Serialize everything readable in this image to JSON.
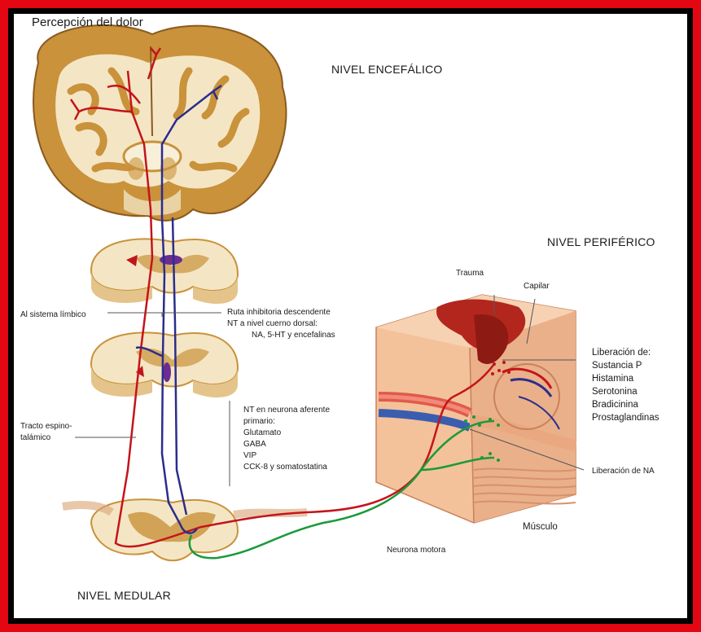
{
  "title": "Percepción del dolor",
  "levels": {
    "brain": "NIVEL ENCEFÁLICO",
    "peripheral": "NIVEL PERIFÉRICO",
    "spinal": "NIVEL MEDULAR"
  },
  "labels": {
    "limbic": "Al sistema límbico",
    "tract_line1": "Tracto espino-",
    "tract_line2": "talámico",
    "descending": [
      "Ruta inhibitoria descendente",
      "NT a nivel cuerno dorsal:",
      "NA, 5-HT y encefalinas"
    ],
    "afferent": [
      "NT en neurona aferente",
      "primario:",
      "Glutamato",
      "GABA",
      "VIP",
      "CCK-8 y somatostatina"
    ],
    "trauma": "Trauma",
    "capillary": "Capilar",
    "release": [
      "Liberación de:",
      "Sustancia P",
      "Histamina",
      "Serotonina",
      "Bradicinina",
      "Prostaglandinas"
    ],
    "na_release": "Liberación de NA",
    "muscle": "Músculo",
    "motor_neuron": "Neurona motora"
  },
  "colors": {
    "frame": "#e30613",
    "sensory_pathway": "#c4141b",
    "descending_pathway": "#2b2d8c",
    "motor_pathway": "#1a9a3a",
    "cortex": "#c9923b",
    "white_matter": "#f4e6c4"
  }
}
